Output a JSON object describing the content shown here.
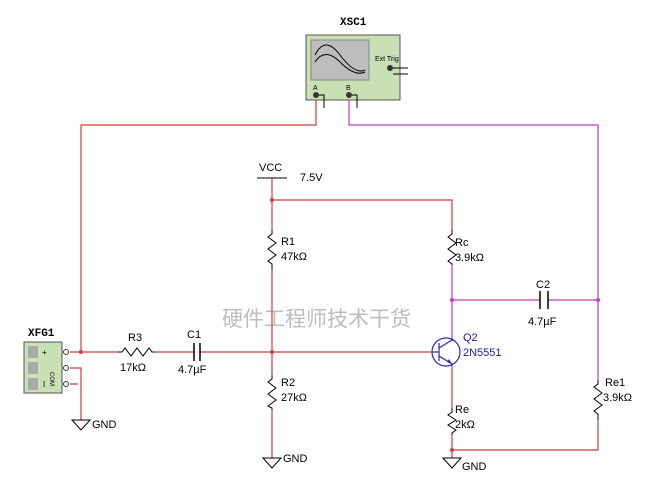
{
  "watermark": "硬件工程师技术干货",
  "oscilloscope": {
    "name": "XSC1",
    "ext_trig": "Ext Trig",
    "channel_a": "A",
    "channel_b": "B"
  },
  "function_generator": {
    "name": "XFG1",
    "plus": "+",
    "com": "COM",
    "minus": "I"
  },
  "supply": {
    "name": "VCC",
    "value": "7.5V"
  },
  "components": {
    "r1": {
      "name": "R1",
      "value": "47kΩ"
    },
    "r2": {
      "name": "R2",
      "value": "27kΩ"
    },
    "r3": {
      "name": "R3",
      "value": "17kΩ"
    },
    "rc": {
      "name": "Rc",
      "value": "3.9kΩ"
    },
    "re": {
      "name": "Re",
      "value": "2kΩ"
    },
    "re1": {
      "name": "Re1",
      "value": "3.9kΩ"
    },
    "c1": {
      "name": "C1",
      "value": "4.7µF"
    },
    "c2": {
      "name": "C2",
      "value": "4.7µF"
    },
    "q2": {
      "name": "Q2",
      "value": "2N5551"
    }
  },
  "ground_label": "GND",
  "colors": {
    "wire_red": "#d23c3c",
    "wire_magenta": "#c03cc0",
    "transistor": "#2a2ab0",
    "instrument": "#c8e0b4"
  }
}
